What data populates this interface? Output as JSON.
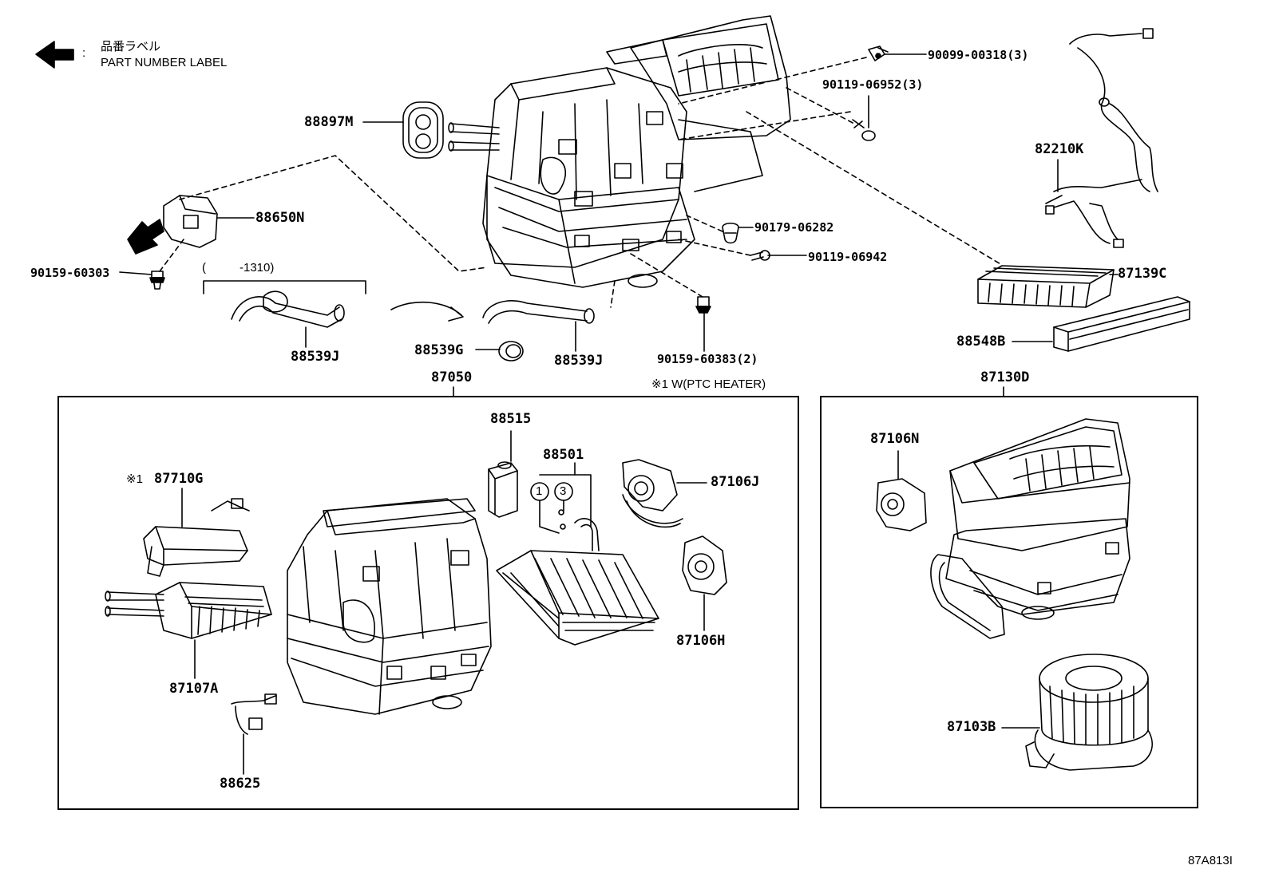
{
  "legend": {
    "label_jp": "品番ラベル",
    "label_en": "PART NUMBER LABEL",
    "separator": ":"
  },
  "range_bracket": {
    "open": "(",
    "text": "-1310)"
  },
  "ptc_note": "※1 W(PTC HEATER)",
  "assembly_labels": {
    "left_box": "87050",
    "right_box": "87130D"
  },
  "part_labels": {
    "p88897M": "88897M",
    "p88650N": "88650N",
    "p90159_60303": "90159-60303",
    "p88539J_a": "88539J",
    "p88539G": "88539G",
    "p88539J_b": "88539J",
    "p90159_60383": "90159-60383(2)",
    "p90099_00318": "90099-00318(3)",
    "p90119_06952": "90119-06952(3)",
    "p82210K": "82210K",
    "p90179_06282": "90179-06282",
    "p90119_06942": "90119-06942",
    "p87139C": "87139C",
    "p88548B": "88548B",
    "p88515": "88515",
    "p88501": "88501",
    "p87710G": "87710G",
    "p87710G_mark": "※1",
    "p87106J": "87106J",
    "p87106H": "87106H",
    "p87107A": "87107A",
    "p88625": "88625",
    "p87106N": "87106N",
    "p87103B": "87103B",
    "circle1": "1",
    "circle3": "3"
  },
  "figure_code": "87A813I"
}
